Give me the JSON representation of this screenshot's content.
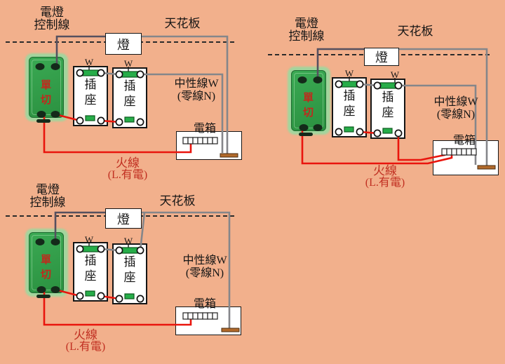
{
  "canvas": {
    "background": "#f2b08c"
  },
  "colors": {
    "live_wire": "#e9150d",
    "neutral_wire": "#85868a",
    "control_wire": "#56505f",
    "switch_body": "#2f9a45",
    "switch_glow": "#a2d59d",
    "terminal_green": "#26ad49",
    "ground_bar": "#b16a2b",
    "label_red": "#c13022",
    "text": "#151515"
  },
  "diagrams": [
    {
      "name": "top-left",
      "labels": {
        "control_1": "電燈",
        "control_2": "控制線",
        "ceiling": "天花板",
        "lamp": "燈",
        "w_mark": "W",
        "socket": "插座",
        "neutral_1": "中性線W",
        "neutral_2": "(零線N)",
        "panel": "電箱",
        "live_1": "火線",
        "live_2": "(L.有電)",
        "switch_text": "單切"
      }
    },
    {
      "name": "top-right",
      "labels": {
        "control_1": "電燈",
        "control_2": "控制線",
        "ceiling": "天花板",
        "lamp": "燈",
        "w_mark": "W",
        "socket": "插座",
        "neutral_1": "中性線W",
        "neutral_2": "(零線N)",
        "panel": "電箱",
        "live_1": "火線",
        "live_2": "(L.有電)",
        "switch_text": "單切"
      }
    },
    {
      "name": "bottom-left",
      "labels": {
        "control_1": "電燈",
        "control_2": "控制線",
        "ceiling": "天花板",
        "lamp": "燈",
        "w_mark": "W",
        "socket": "插座",
        "neutral_1": "中性線W",
        "neutral_2": "(零線N)",
        "panel": "電箱",
        "live_1": "火線",
        "live_2": "(L.有電)",
        "switch_text": "單切"
      }
    }
  ]
}
